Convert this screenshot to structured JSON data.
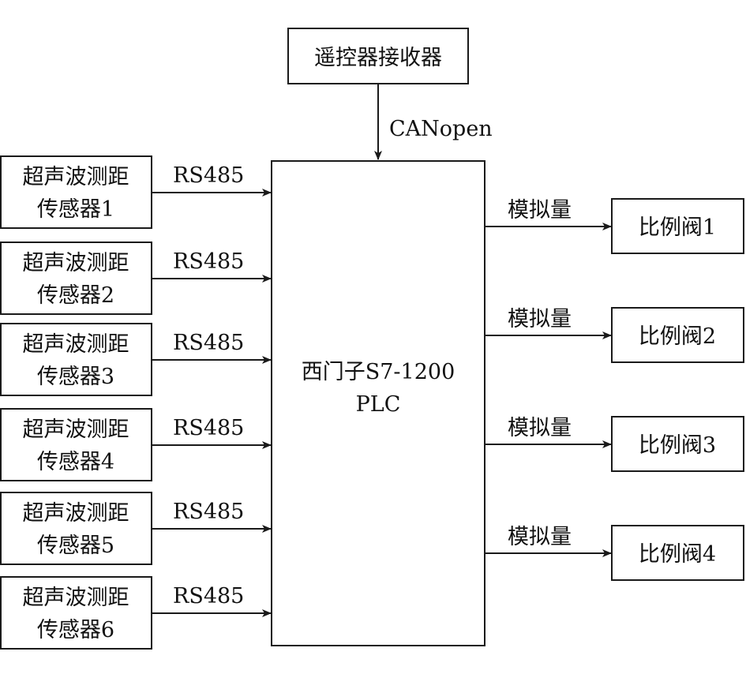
{
  "receiver": {
    "label": "遥控器接收器"
  },
  "receiver_link": {
    "label": "CANopen"
  },
  "plc": {
    "line1": "西门子S7-1200",
    "line2": "PLC"
  },
  "sensors": [
    {
      "line1": "超声波测距",
      "line2": "传感器1",
      "link": "RS485"
    },
    {
      "line1": "超声波测距",
      "line2": "传感器2",
      "link": "RS485"
    },
    {
      "line1": "超声波测距",
      "line2": "传感器3",
      "link": "RS485"
    },
    {
      "line1": "超声波测距",
      "line2": "传感器4",
      "link": "RS485"
    },
    {
      "line1": "超声波测距",
      "line2": "传感器5",
      "link": "RS485"
    },
    {
      "line1": "超声波测距",
      "line2": "传感器6",
      "link": "RS485"
    }
  ],
  "valves": [
    {
      "label": "比例阀1",
      "link": "模拟量"
    },
    {
      "label": "比例阀2",
      "link": "模拟量"
    },
    {
      "label": "比例阀3",
      "link": "模拟量"
    },
    {
      "label": "比例阀4",
      "link": "模拟量"
    }
  ]
}
